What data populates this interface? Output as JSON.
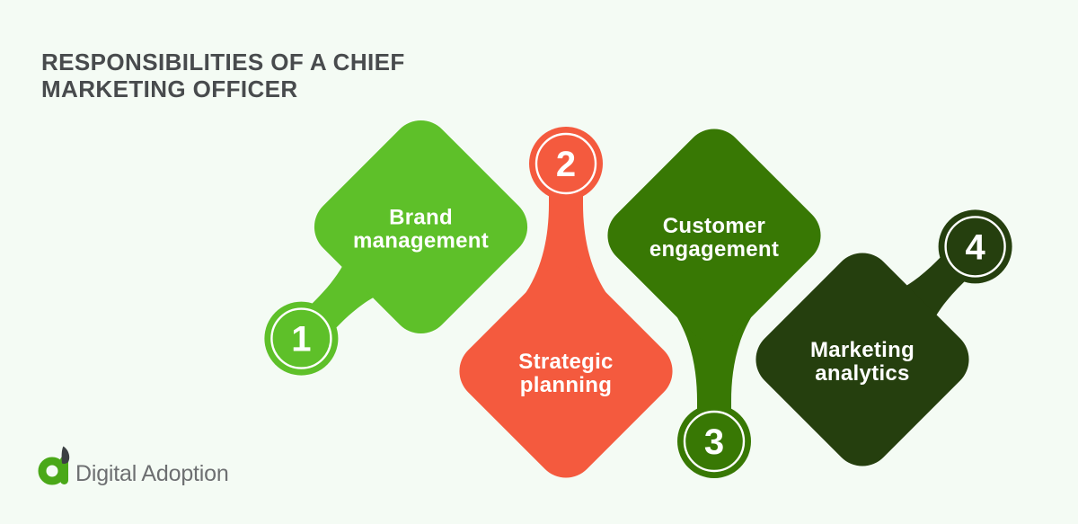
{
  "header": {
    "title_line1": "RESPONSIBILITIES OF A CHIEF",
    "title_line2": "MARKETING OFFICER"
  },
  "diagram": {
    "items": [
      {
        "number": "1",
        "line1": "Brand",
        "line2": "management",
        "color": "#5ec029"
      },
      {
        "number": "2",
        "line1": "Strategic",
        "line2": "planning",
        "color": "#f45a3e"
      },
      {
        "number": "3",
        "line1": "Customer",
        "line2": "engagement",
        "color": "#387804"
      },
      {
        "number": "4",
        "line1": "Marketing",
        "line2": "analytics",
        "color": "#253f0e"
      }
    ]
  },
  "footer": {
    "brand_name": "Digital Adoption"
  },
  "colors": {
    "background": "#f4fbf4",
    "title_text": "#484b4d",
    "diamond_label_text": "#ffffff",
    "brand_green": "#4aa818",
    "brand_leaf": "#3c4043",
    "brand_text": "#6d6f71"
  }
}
